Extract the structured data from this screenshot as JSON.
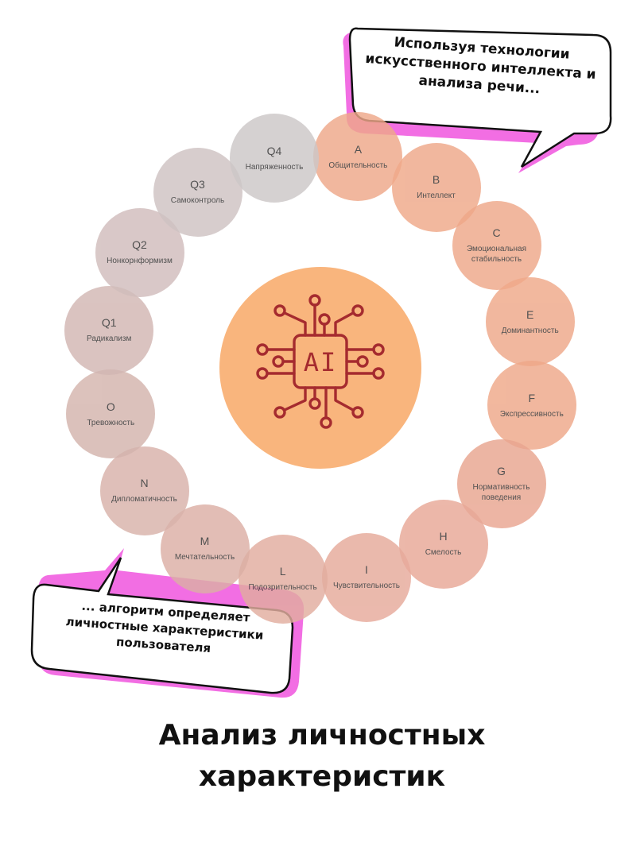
{
  "speech_top": [
    "Используя технологии",
    "искусственного интеллекта и",
    "анализа речи..."
  ],
  "speech_bottom": [
    "... алгоритм определяет",
    "личностные характеристики",
    "пользователя"
  ],
  "center": {
    "chip_label": "AI",
    "chip_color": "#a52b2f",
    "fill_color": "#f9b57d"
  },
  "factors": [
    {
      "code": "A",
      "label": "Общительность",
      "color": "#efa889"
    },
    {
      "code": "B",
      "label": "Интеллект",
      "color": "#efa889"
    },
    {
      "code": "C",
      "label": "Эмоциональная\nстабильность",
      "color": "#efa889"
    },
    {
      "code": "E",
      "label": "Доминантность",
      "color": "#efa889"
    },
    {
      "code": "F",
      "label": "Экспрессивность",
      "color": "#efa889"
    },
    {
      "code": "G",
      "label": "Нормативность\nповедения",
      "color": "#e9a590"
    },
    {
      "code": "H",
      "label": "Смелость",
      "color": "#e8a897"
    },
    {
      "code": "I",
      "label": "Чувствительность",
      "color": "#e6aa9b"
    },
    {
      "code": "L",
      "label": "Подозрительность",
      "color": "#e2ad9f"
    },
    {
      "code": "M",
      "label": "Мечтательность",
      "color": "#dcafa5"
    },
    {
      "code": "N",
      "label": "Дипломатичность",
      "color": "#d8b2aa"
    },
    {
      "code": "O",
      "label": "Тревожность",
      "color": "#d4b4ad"
    },
    {
      "code": "Q1",
      "label": "Радикализм",
      "color": "#d2b7b3"
    },
    {
      "code": "Q2",
      "label": "Нонкорнформизм",
      "color": "#d1bdbc"
    },
    {
      "code": "Q3",
      "label": "Самоконтроль",
      "color": "#cfc3c3"
    },
    {
      "code": "Q4",
      "label": "Напряженность",
      "color": "#cdc7c8"
    }
  ],
  "title_lines": [
    "Анализ личностных",
    "характеристик"
  ],
  "colors": {
    "accent_pink": "#f26ee3",
    "outline": "#111111"
  }
}
